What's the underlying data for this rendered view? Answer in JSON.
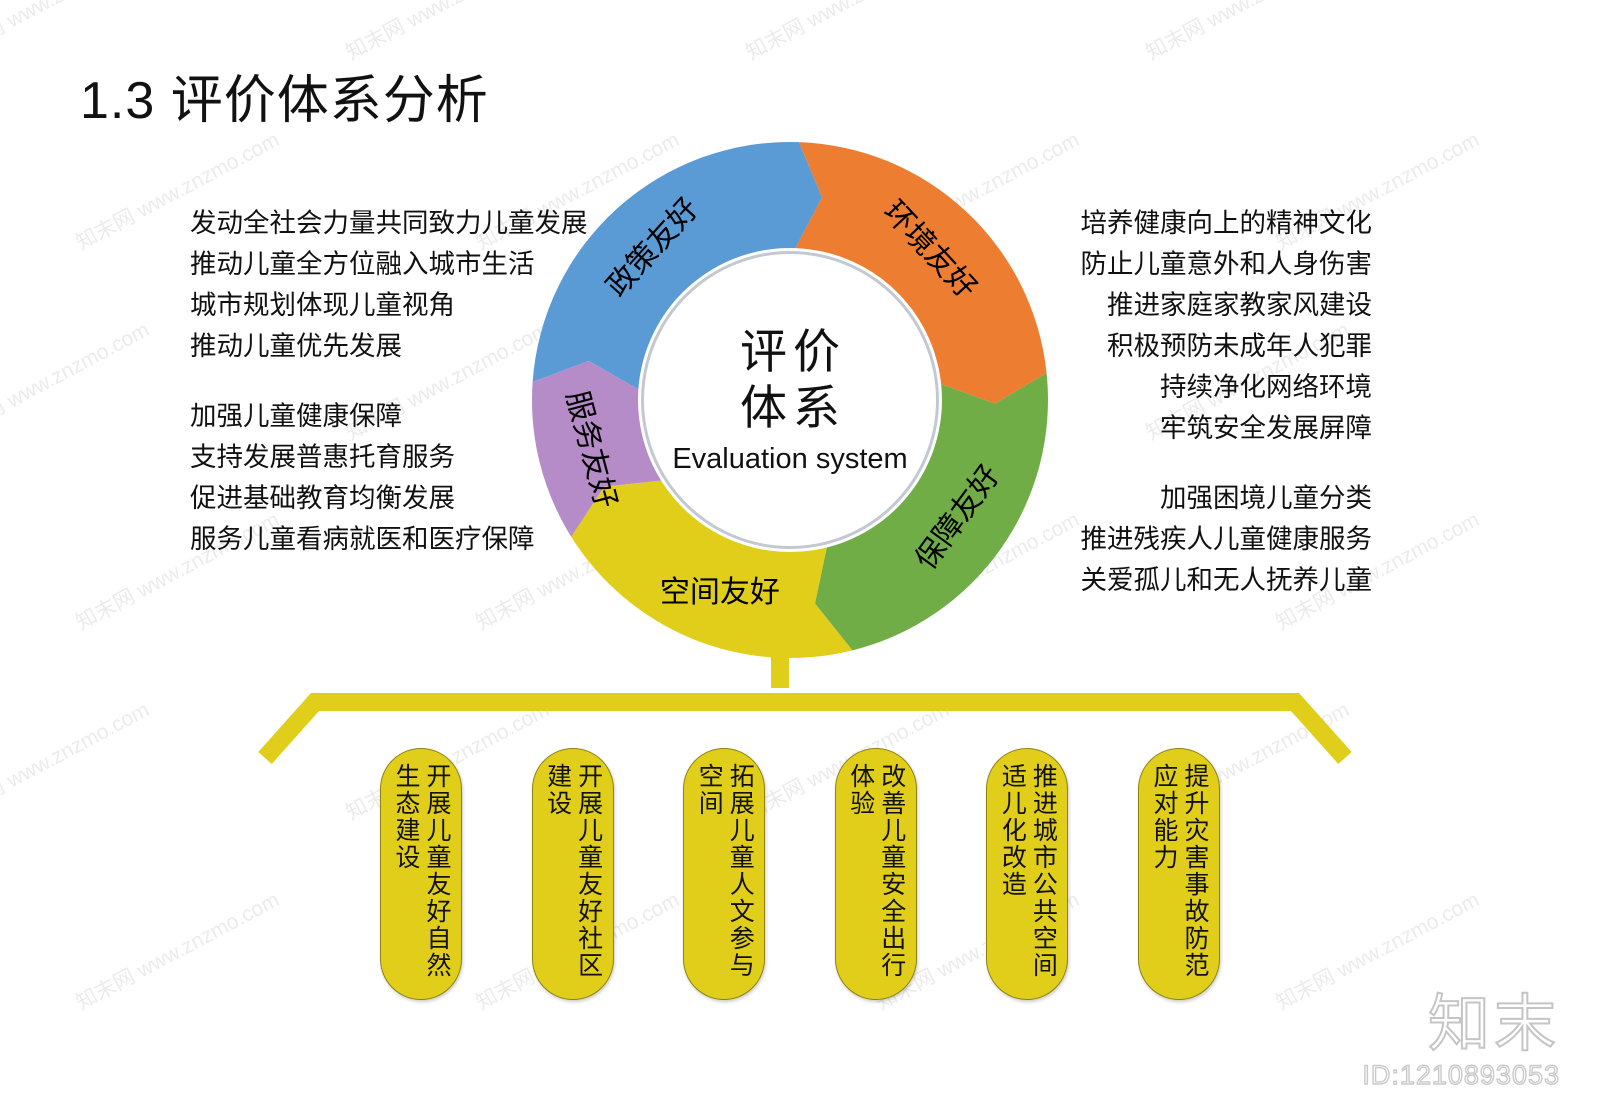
{
  "page": {
    "title": "1.3 评价体系分析"
  },
  "diagram": {
    "center": {
      "line1": "评价",
      "line2": "体系",
      "subtitle": "Evaluation system"
    },
    "segments": [
      {
        "id": "policy",
        "label": "政策友好",
        "color": "#5B9BD5"
      },
      {
        "id": "env",
        "label": "环境友好",
        "color": "#ED7D31"
      },
      {
        "id": "support",
        "label": "保障友好",
        "color": "#70AD47"
      },
      {
        "id": "space",
        "label": "空间友好",
        "color": "#E0CE1A"
      },
      {
        "id": "service",
        "label": "服务友好",
        "color": "#B58BC8"
      }
    ]
  },
  "text_blocks": {
    "policy": {
      "lines": [
        "发动全社会力量共同致力儿童发展",
        "推动儿童全方位融入城市生活",
        "城市规划体现儿童视角",
        "推动儿童优先发展"
      ]
    },
    "service": {
      "lines": [
        "加强儿童健康保障",
        "支持发展普惠托育服务",
        "促进基础教育均衡发展",
        "服务儿童看病就医和医疗保障"
      ]
    },
    "environment": {
      "lines": [
        "培养健康向上的精神文化",
        "防止儿童意外和人身伤害",
        "推进家庭家教家风建设",
        "积极预防未成年人犯罪",
        "持续净化网络环境",
        "牢筑安全发展屏障"
      ]
    },
    "support": {
      "lines": [
        "加强困境儿童分类",
        "推进残疾人儿童健康服务",
        "关爱孤儿和无人抚养儿童"
      ]
    }
  },
  "space_measures": {
    "items": [
      "开展儿童友好自然生态建设",
      "开展儿童友好社区建设",
      "拓展儿童人文参与空间",
      "改善儿童安全出行体验",
      "推进城市公共空间适儿化改造",
      "提升灾害事故防范应对能力"
    ],
    "color": "#E0CE1A"
  },
  "watermarks": {
    "tiles": [
      "知末网 www.znzmo.com",
      "知末网 www.znzmo.com",
      "知末网 www.znzmo.com",
      "知末网 www.znzmo.com",
      "知末网 www.znzmo.com",
      "知末网 www.znzmo.com",
      "知末网 www.znzmo.com",
      "知末网 www.znzmo.com",
      "知末网 www.znzmo.com",
      "知末网 www.znzmo.com",
      "知末网 www.znzmo.com",
      "知末网 www.znzmo.com",
      "知末网 www.znzmo.com",
      "知末网 www.znzmo.com",
      "知末网 www.znzmo.com",
      "知末网 www.znzmo.com",
      "知末网 www.znzmo.com",
      "知末网 www.znzmo.com",
      "知末网 www.znzmo.com",
      "知末网 www.znzmo.com",
      "知末网 www.znzmo.com",
      "知末网 www.znzmo.com",
      "知末网 www.znzmo.com",
      "知末网 www.znzmo.com"
    ],
    "brand": "知末",
    "id_label": "ID:1210893053"
  }
}
